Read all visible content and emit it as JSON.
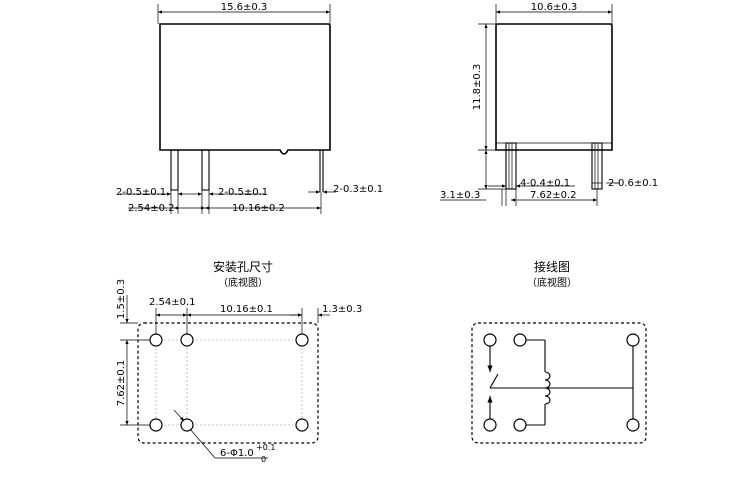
{
  "front_view": {
    "dim_width": "15.6±0.3",
    "dim_pin_width_left": "2-0.5±0.1",
    "dim_pin_width_mid": "2-0.5±0.1",
    "dim_pin_width_right": "2-0.3±0.1",
    "dim_pitch": "2.54±0.2",
    "dim_span": "10.16±0.2"
  },
  "side_view": {
    "dim_width": "10.6±0.3",
    "dim_height": "11.8±0.3",
    "dim_pin_length": "3.1±0.3",
    "dim_pins": "4-0.4±0.1",
    "dim_pin_span": "7.62±0.2",
    "dim_right_pins": "2-0.6±0.1"
  },
  "mounting": {
    "title": "安装孔尺寸",
    "subtitle": "（底视图）",
    "dim_pitch": "2.54±0.1",
    "dim_span": "10.16±0.1",
    "dim_edge_right": "1.3±0.3",
    "dim_edge_top": "1.5±0.3",
    "dim_row": "7.62±0.1",
    "hole_label": "6-Φ1.0",
    "hole_tol_upper": "+0.1",
    "hole_tol_lower": "0"
  },
  "wiring": {
    "title": "接线图",
    "subtitle": "（底视图）"
  }
}
